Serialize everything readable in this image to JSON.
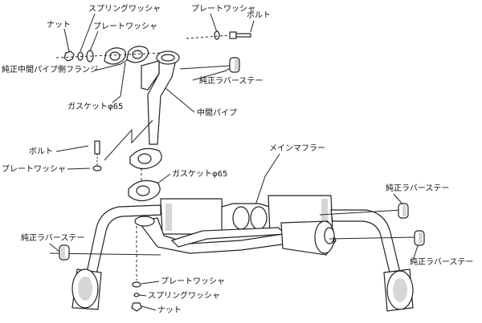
{
  "labels": {
    "nut_top": "ナット",
    "spring_washer_top": "スプリングワッシャ",
    "plate_washer_top": "プレートワッシャ",
    "plate_washer_top_right": "プレートワッシャ",
    "bolt_top_right": "ボルト",
    "oem_mid_pipe_flange": "純正中間パイプ側フランジ",
    "oem_rubber_stay_top": "純正ラバーステー",
    "gasket_top": "ガスケットφ65",
    "mid_pipe": "中間パイプ",
    "bolt_left": "ボルト",
    "plate_washer_left": "プレートワッシャ",
    "main_muffler": "メインマフラー",
    "gasket_mid": "ガスケットφ65",
    "oem_rubber_stay_right_top": "純正ラバーステー",
    "oem_rubber_stay_left": "純正ラバーステー",
    "oem_rubber_stay_right_bottom": "純正ラバーステー",
    "plate_washer_bottom": "プレートワッシャ",
    "spring_washer_bottom": "スプリングワッシャ",
    "nut_bottom": "ナット"
  }
}
